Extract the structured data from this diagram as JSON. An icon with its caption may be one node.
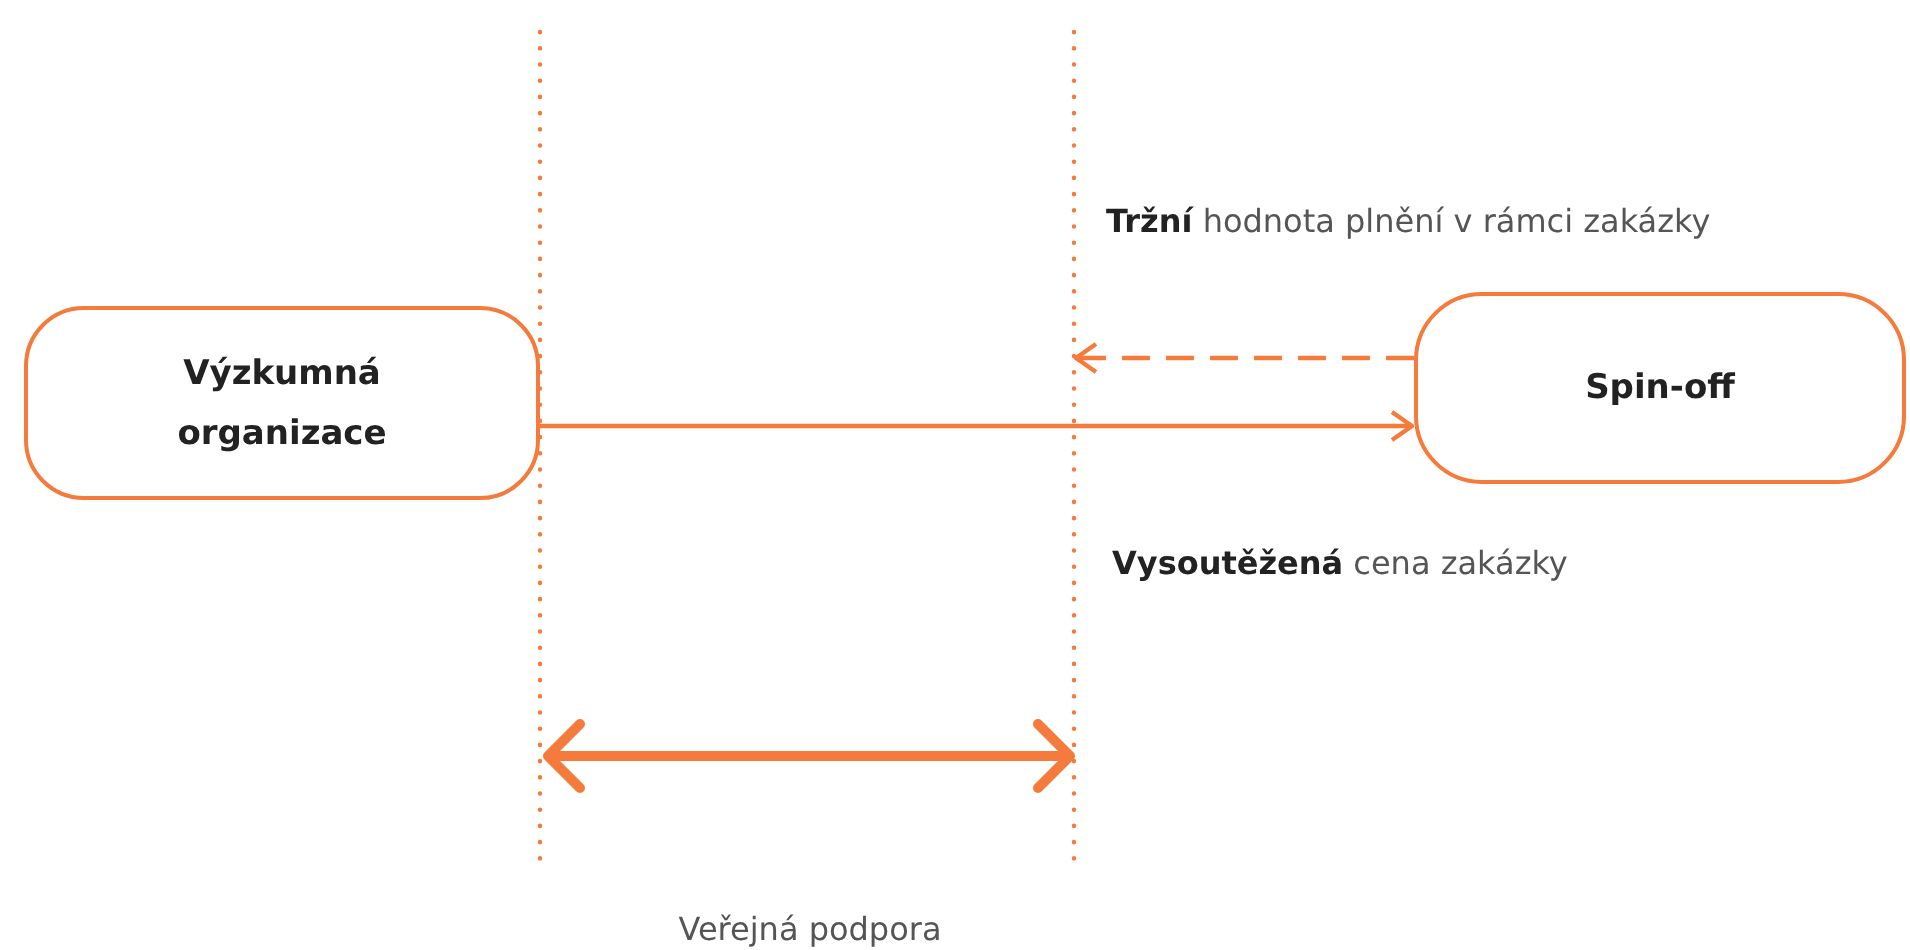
{
  "diagram": {
    "nodes": [
      {
        "text": [
          "Výzkumná organizace"
        ]
      },
      {
        "text": [
          "Spin-off"
        ]
      }
    ],
    "edges": [
      {
        "from": 0,
        "to": 1,
        "arrow": "to"
      },
      {
        "from": 1,
        "to": null,
        "arrow": "to",
        "style": "dashed"
      }
    ],
    "labels": [
      "**Tržní** hodnota plnění v rámci zakázky",
      "**Vysoutěžená** cena zakázky",
      "Veřejná podpora"
    ]
  }
}
